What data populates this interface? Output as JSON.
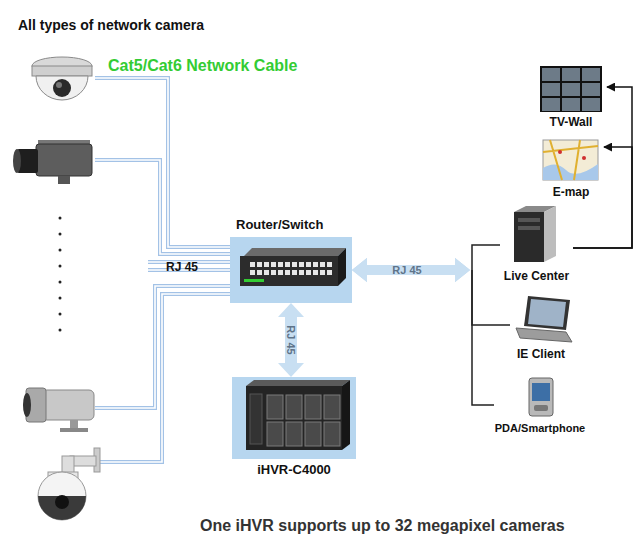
{
  "diagram": {
    "title": "All types of network camera",
    "caption": "One iHVR supports up to 32 megapixel cameras",
    "nodes": [
      {
        "text": [
          "Router/Switch"
        ]
      },
      {
        "text": [
          "iHVR-C4000"
        ]
      },
      {
        "text": [
          "TV-Wall"
        ]
      },
      {
        "text": [
          "E-map"
        ]
      },
      {
        "text": [
          "Live Center"
        ]
      },
      {
        "text": [
          "IE Client"
        ]
      },
      {
        "text": [
          "PDA/Smartphone"
        ]
      }
    ],
    "edges": [
      {
        "from": 0,
        "to": 1,
        "arrow": "both",
        "label": "RJ 45"
      },
      {
        "from": 0,
        "to": 4,
        "arrow": "both",
        "label": "RJ 45"
      },
      {
        "from": 0,
        "to": 5,
        "arrow": "both"
      },
      {
        "from": 0,
        "to": 6,
        "arrow": "both"
      },
      {
        "from": 4,
        "to": 2,
        "arrow": "to"
      },
      {
        "from": 4,
        "to": 3,
        "arrow": "to"
      }
    ],
    "labels": [
      "Cat5/Cat6 Network Cable",
      "RJ 45"
    ]
  }
}
